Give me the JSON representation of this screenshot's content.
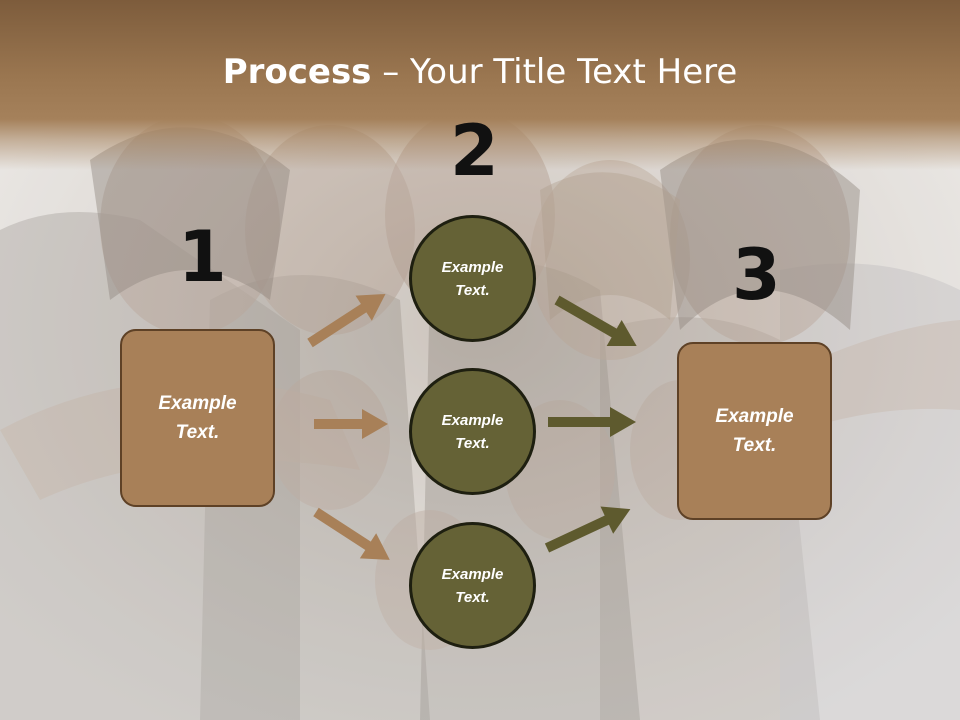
{
  "title": {
    "bold": "Process",
    "rest": " – Your Title Text Here"
  },
  "steps": {
    "one": "1",
    "two": "2",
    "three": "3"
  },
  "left_box": {
    "text": "Example\nText."
  },
  "right_box": {
    "text": "Example\nText."
  },
  "circles": [
    {
      "text": "Example\nText."
    },
    {
      "text": "Example\nText."
    },
    {
      "text": "Example\nText."
    }
  ],
  "colors": {
    "brown_box": "#a88058",
    "olive_circle": "#656236",
    "brown_arrow": "#a88058",
    "olive_arrow": "#5e5a2e",
    "header_band": "#9a7650"
  }
}
